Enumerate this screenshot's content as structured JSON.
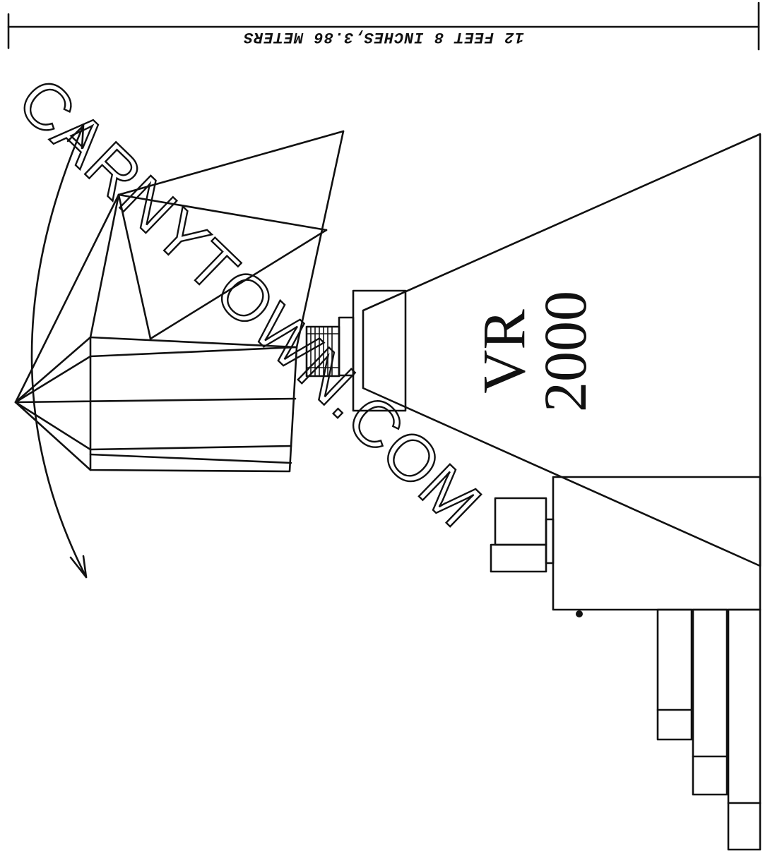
{
  "dimension": {
    "label": "12 FEET 8 INCHES,3.86 METERS"
  },
  "model": {
    "line1": "VR",
    "line2": "2000"
  },
  "watermark": {
    "text": "CARNYTOWN.COM"
  }
}
